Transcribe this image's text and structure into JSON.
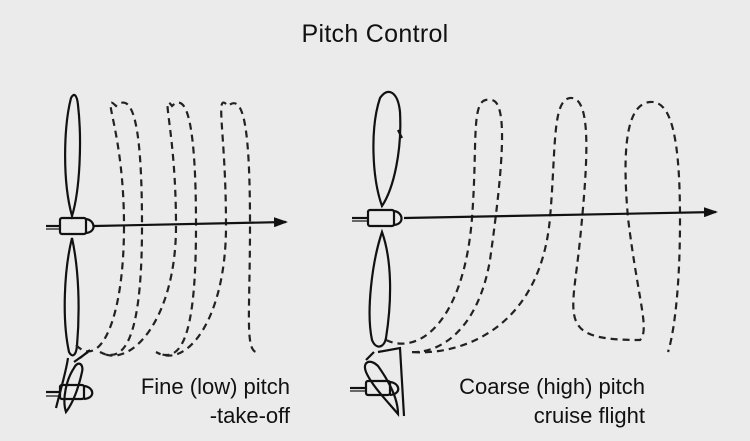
{
  "title": "Pitch Control",
  "fine": {
    "line1": "Fine (low) pitch",
    "line2": "-take-off"
  },
  "coarse": {
    "line1": "Coarse (high) pitch",
    "line2": "cruise flight"
  }
}
